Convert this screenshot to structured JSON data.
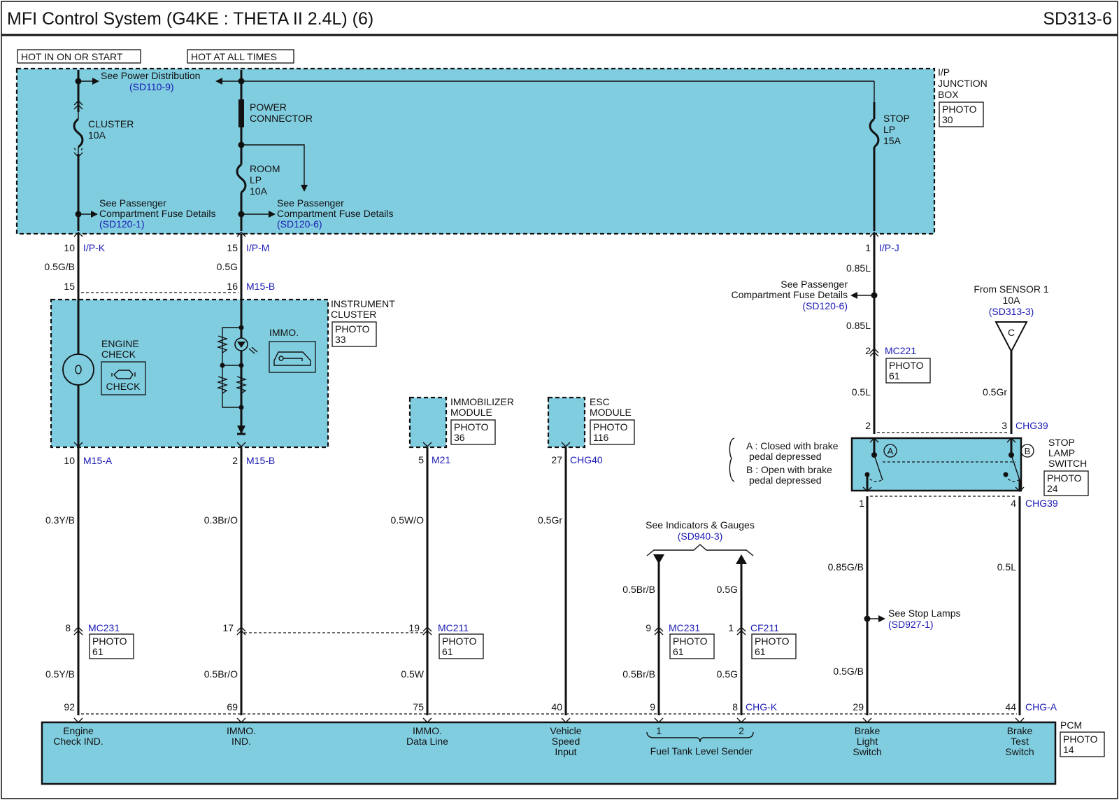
{
  "header": {
    "title": "MFI Control System  (G4KE : THETA II 2.4L) (6)",
    "page_code": "SD313-6"
  },
  "colors": {
    "component_fill": "#81cde0",
    "link_blue": "#1a1ab4",
    "ink": "#111111"
  },
  "top_labels": {
    "hot_on": "HOT IN ON OR START",
    "hot_all": "HOT AT ALL TIMES"
  },
  "junction_box": {
    "name_lines": [
      "I/P",
      "JUNCTION",
      "BOX"
    ],
    "photo": [
      "PHOTO",
      "30"
    ],
    "power_dist": {
      "text": "See Power Distribution",
      "ref": "(SD110-9)"
    },
    "cluster_fuse": [
      "CLUSTER",
      "10A"
    ],
    "power_connector": [
      "POWER",
      "CONNECTOR"
    ],
    "room_fuse": [
      "ROOM",
      "LP",
      "10A"
    ],
    "stop_fuse": [
      "STOP",
      "LP",
      "15A"
    ],
    "fuse_details_left": {
      "lines": [
        "See Passenger",
        "Compartment Fuse Details"
      ],
      "ref": "(SD120-1)"
    },
    "fuse_details_mid": {
      "lines": [
        "See Passenger",
        "Compartment Fuse Details"
      ],
      "ref": "(SD120-6)"
    }
  },
  "wire_labels": {
    "pin_10": "10",
    "conn_ipk": "I/P-K",
    "w_05gb": "0.5G/B",
    "pin_15a": "15",
    "conn_ipm": "I/P-M",
    "w_05g": "0.5G",
    "pin_15b": "15",
    "pin_16": "16",
    "conn_m15b_top": "M15-B",
    "pin_1j": "1",
    "conn_ipj": "I/P-J",
    "w_085l_a": "0.85L",
    "w_085l_b": "0.85L",
    "fuse_details_right": {
      "lines": [
        "See Passenger",
        "Compartment Fuse Details"
      ],
      "ref": "(SD120-6)"
    },
    "pin_2_mc221": "2",
    "conn_mc221": "MC221",
    "photo_mc221": [
      "PHOTO",
      "61"
    ],
    "w_05l_a": "0.5L",
    "sensor": {
      "lines": [
        "From SENSOR 1",
        "10A"
      ],
      "ref": "(SD313-3)",
      "tag": "C"
    },
    "w_05gr_right": "0.5Gr",
    "pin_2_sw": "2",
    "pin_3_sw": "3",
    "conn_chg39_top": "CHG39",
    "pin_1_sw": "1",
    "pin_4_sw": "4",
    "conn_chg39_bot": "CHG39",
    "w_085gb": "0.85G/B",
    "w_05l_b": "0.5L",
    "stop_lamps": {
      "text": "See Stop Lamps",
      "ref": "(SD927-1)"
    },
    "w_05gb_b": "0.5G/B"
  },
  "instrument_cluster": {
    "name_lines": [
      "INSTRUMENT",
      "CLUSTER"
    ],
    "photo": [
      "PHOTO",
      "33"
    ],
    "engine_check": [
      "ENGINE",
      "CHECK"
    ],
    "check_text": "CHECK",
    "immo": "IMMO.",
    "pin_10": "10",
    "conn_m15a": "M15-A",
    "pin_2": "2",
    "conn_m15b": "M15-B"
  },
  "immobilizer": {
    "name_lines": [
      "IMMOBILIZER",
      "MODULE"
    ],
    "photo": [
      "PHOTO",
      "36"
    ],
    "pin": "5",
    "conn": "M21"
  },
  "esc": {
    "name_lines": [
      "ESC",
      "MODULE"
    ],
    "photo": [
      "PHOTO",
      "116"
    ],
    "pin": "27",
    "conn": "CHG40"
  },
  "stop_lamp_switch": {
    "name_lines": [
      "STOP",
      "LAMP",
      "SWITCH"
    ],
    "photo": [
      "PHOTO",
      "24"
    ],
    "note_a": [
      "A : Closed with brake",
      "pedal depressed"
    ],
    "note_b": [
      "B : Open with brake",
      "pedal depressed"
    ],
    "tag_a": "A",
    "tag_b": "B"
  },
  "lower_wires": {
    "w_03yb": "0.3Y/B",
    "w_03bro": "0.3Br/O",
    "w_05wo": "0.5W/O",
    "w_05gr": "0.5Gr",
    "indicators": {
      "text": "See Indicators & Gauges",
      "ref": "(SD940-3)"
    },
    "w_05brb_a": "0.5Br/B",
    "w_05g_a": "0.5G",
    "pin_8": "8",
    "conn_mc231_a": "MC231",
    "photo_mc231_a": [
      "PHOTO",
      "61"
    ],
    "pin_17": "17",
    "pin_19": "19",
    "conn_mc211": "MC211",
    "photo_mc211": [
      "PHOTO",
      "61"
    ],
    "pin_9": "9",
    "conn_mc231_b": "MC231",
    "photo_mc231_b": [
      "PHOTO",
      "61"
    ],
    "pin_1": "1",
    "conn_cf211": "CF211",
    "photo_cf211": [
      "PHOTO",
      "61"
    ],
    "w_05yb": "0.5Y/B",
    "w_05bro": "0.5Br/O",
    "w_05w": "0.5W",
    "w_05brb_b": "0.5Br/B",
    "w_05g_b": "0.5G"
  },
  "pcm": {
    "name": "PCM",
    "photo": [
      "PHOTO",
      "14"
    ],
    "pins": {
      "p92": "92",
      "p69": "69",
      "p75": "75",
      "p40": "40",
      "p9": "9",
      "p8": "8",
      "conn_chgk": "CHG-K",
      "p29": "29",
      "p44": "44",
      "conn_chga": "CHG-A"
    },
    "labels": {
      "engine_check": [
        "Engine",
        "Check IND."
      ],
      "immo_ind": [
        "IMMO.",
        "IND."
      ],
      "immo_data": [
        "IMMO.",
        "Data Line"
      ],
      "vehicle_speed": [
        "Vehicle",
        "Speed",
        "Input"
      ],
      "fuel_1": "1",
      "fuel_2": "2",
      "fuel_tank": "Fuel Tank Level Sender",
      "brake_light": [
        "Brake",
        "Light",
        "Switch"
      ],
      "brake_test": [
        "Brake",
        "Test",
        "Switch"
      ]
    }
  }
}
